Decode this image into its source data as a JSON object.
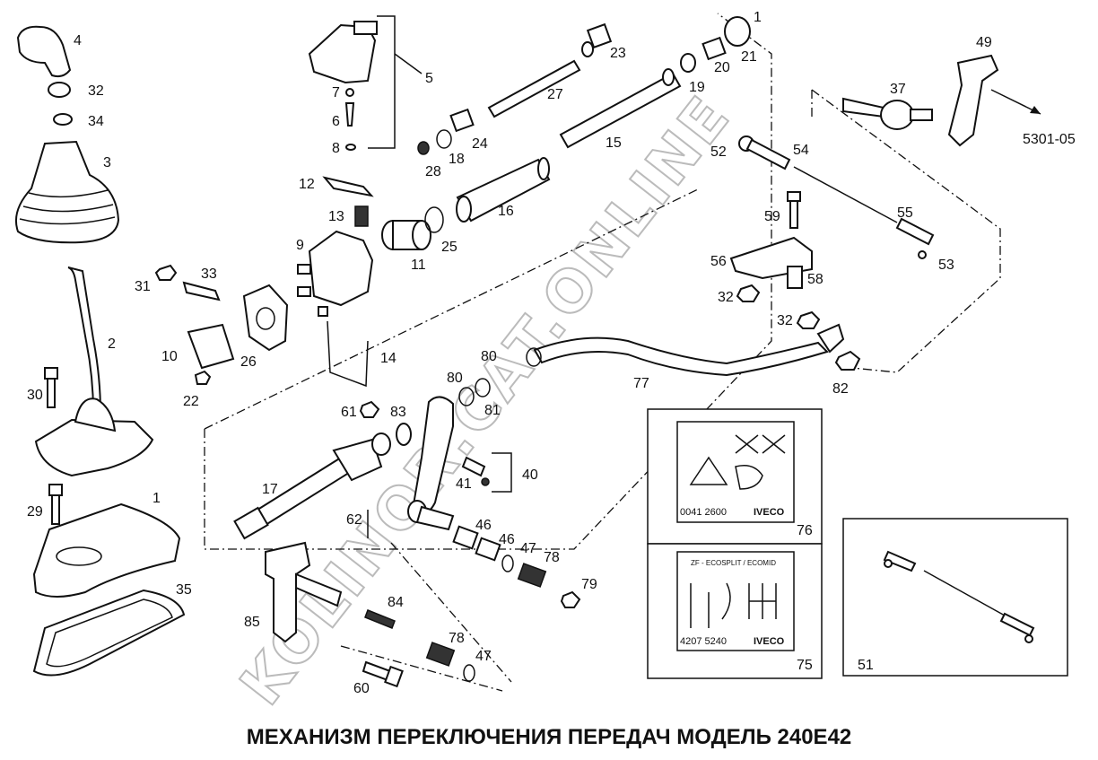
{
  "title": "МЕХАНИЗМ ПЕРЕКЛЮЧЕНИЯ ПЕРЕДАЧ   МОДЕЛЬ 240E42",
  "reference": "5301-05",
  "watermark": "KOLINOR.CAT.ONLINE",
  "labels": {
    "l1": "1",
    "l1b": "1",
    "l2": "2",
    "l3": "3",
    "l4": "4",
    "l5": "5",
    "l6": "6",
    "l7": "7",
    "l8": "8",
    "l9": "9",
    "l10": "10",
    "l11": "11",
    "l12": "12",
    "l13": "13",
    "l14": "14",
    "l15": "15",
    "l16": "16",
    "l17": "17",
    "l18": "18",
    "l19": "19",
    "l20": "20",
    "l21": "21",
    "l22": "22",
    "l23": "23",
    "l24": "24",
    "l25": "25",
    "l26": "26",
    "l27": "27",
    "l28": "28",
    "l29": "29",
    "l30": "30",
    "l31": "31",
    "l32a": "32",
    "l32b": "32",
    "l32c": "32",
    "l33": "33",
    "l34": "34",
    "l35": "35",
    "l37": "37",
    "l40": "40",
    "l41": "41",
    "l46a": "46",
    "l46b": "46",
    "l47a": "47",
    "l47b": "47",
    "l49": "49",
    "l51": "51",
    "l52": "52",
    "l53": "53",
    "l54": "54",
    "l55": "55",
    "l56": "56",
    "l58": "58",
    "l59": "59",
    "l60": "60",
    "l61": "61",
    "l62": "62",
    "l75": "75",
    "l76": "76",
    "l77": "77",
    "l78a": "78",
    "l78b": "78",
    "l79": "79",
    "l80a": "80",
    "l80b": "80",
    "l81": "81",
    "l82": "82",
    "l83": "83",
    "l84": "84",
    "l85": "85"
  },
  "decal_76": {
    "code": "0041 2600",
    "brand": "IVECO"
  },
  "decal_75": {
    "heading": "ZF - ECOSPLIT / ECOMID",
    "code": "4207 5240",
    "brand": "IVECO"
  }
}
